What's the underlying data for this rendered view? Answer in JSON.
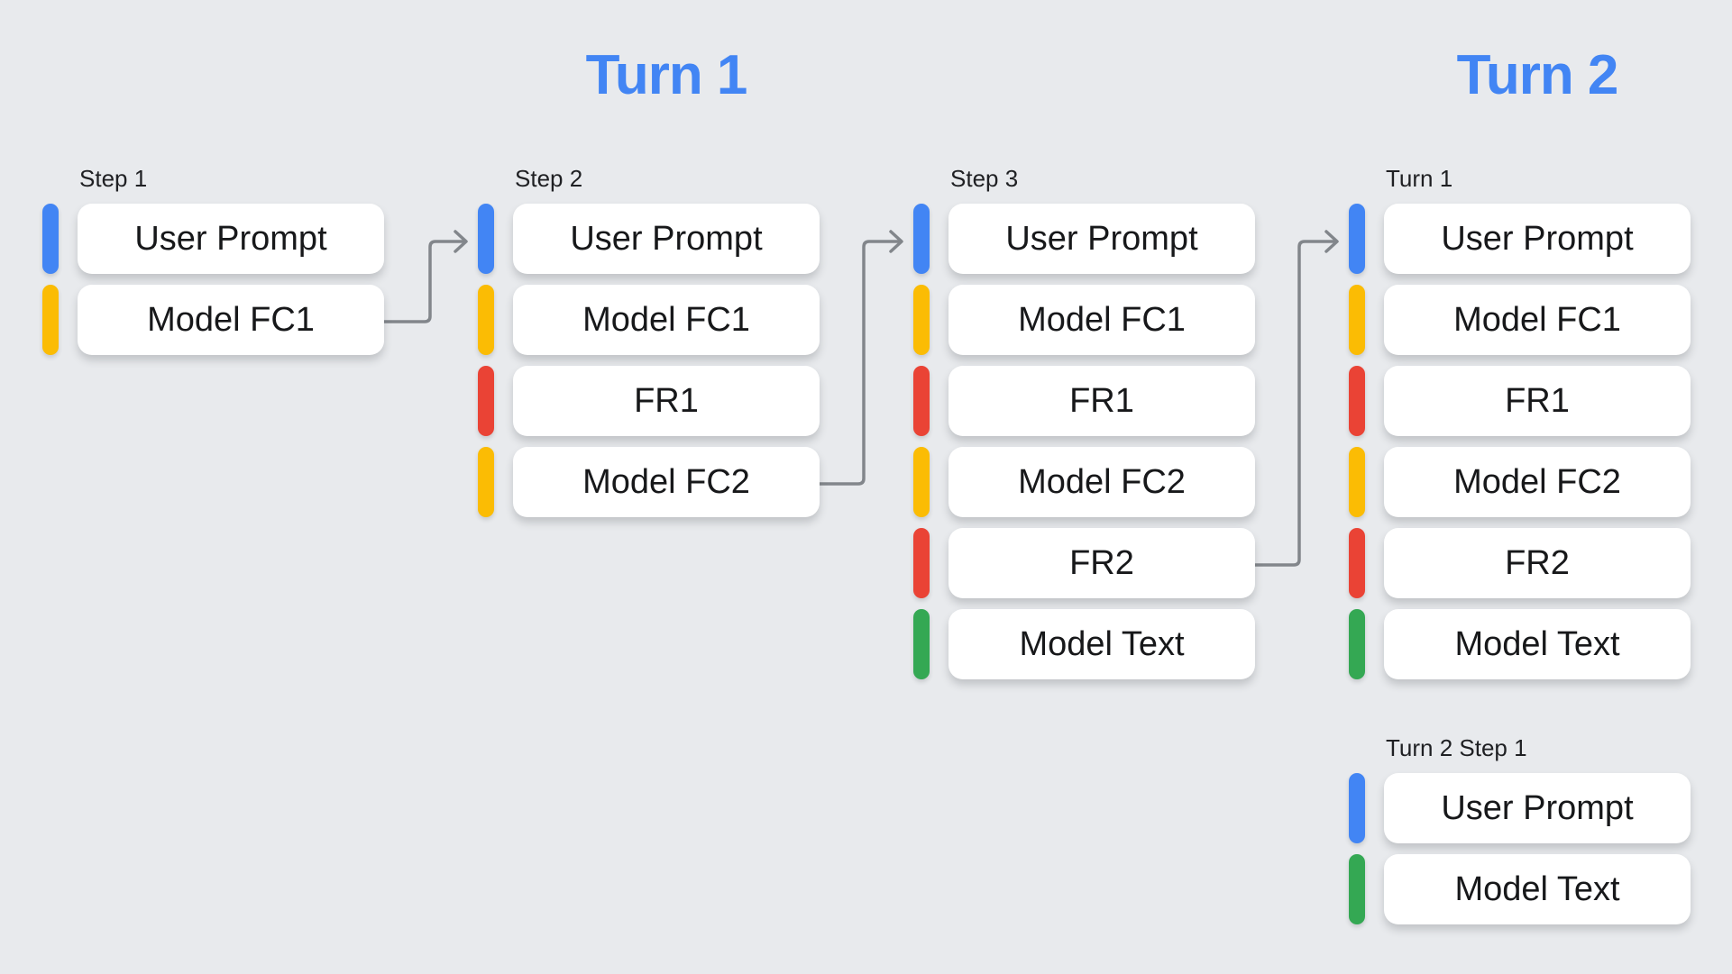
{
  "page": {
    "background_color": "#e8eaed",
    "header_color": "#4285f4",
    "arrow_color": "#82868b",
    "card_bg_color": "#ffffff",
    "card_text_color": "#17181a"
  },
  "headers": {
    "turn1": "Turn 1",
    "turn2": "Turn 2"
  },
  "legend_colors": {
    "user_prompt": "#4285f4",
    "model_function_call": "#fbbc04",
    "function_response": "#ea4335",
    "model_text": "#34a853"
  },
  "columns": [
    {
      "label": "Step 1",
      "rows": [
        {
          "label": "User Prompt",
          "color": "#4285f4"
        },
        {
          "label": "Model FC1",
          "color": "#fbbc04"
        }
      ]
    },
    {
      "label": "Step 2",
      "rows": [
        {
          "label": "User Prompt",
          "color": "#4285f4"
        },
        {
          "label": "Model FC1",
          "color": "#fbbc04"
        },
        {
          "label": "FR1",
          "color": "#ea4335"
        },
        {
          "label": "Model FC2",
          "color": "#fbbc04"
        }
      ]
    },
    {
      "label": "Step 3",
      "rows": [
        {
          "label": "User Prompt",
          "color": "#4285f4"
        },
        {
          "label": "Model FC1",
          "color": "#fbbc04"
        },
        {
          "label": "FR1",
          "color": "#ea4335"
        },
        {
          "label": "Model FC2",
          "color": "#fbbc04"
        },
        {
          "label": "FR2",
          "color": "#ea4335"
        },
        {
          "label": "Model Text",
          "color": "#34a853"
        }
      ]
    },
    {
      "label": "Turn 1",
      "rows": [
        {
          "label": "User Prompt",
          "color": "#4285f4"
        },
        {
          "label": "Model FC1",
          "color": "#fbbc04"
        },
        {
          "label": "FR1",
          "color": "#ea4335"
        },
        {
          "label": "Model FC2",
          "color": "#fbbc04"
        },
        {
          "label": "FR2",
          "color": "#ea4335"
        },
        {
          "label": "Model Text",
          "color": "#34a853"
        }
      ]
    },
    {
      "label": "Turn 2 Step 1",
      "rows": [
        {
          "label": "User Prompt",
          "color": "#4285f4"
        },
        {
          "label": "Model Text",
          "color": "#34a853"
        }
      ]
    }
  ],
  "connections": [
    {
      "from": "Step 1 / Model FC1",
      "to": "Step 2 / User Prompt"
    },
    {
      "from": "Step 2 / Model FC2",
      "to": "Step 3 / User Prompt"
    },
    {
      "from": "Step 3 / FR2",
      "to": "Turn 1 / User Prompt"
    }
  ]
}
